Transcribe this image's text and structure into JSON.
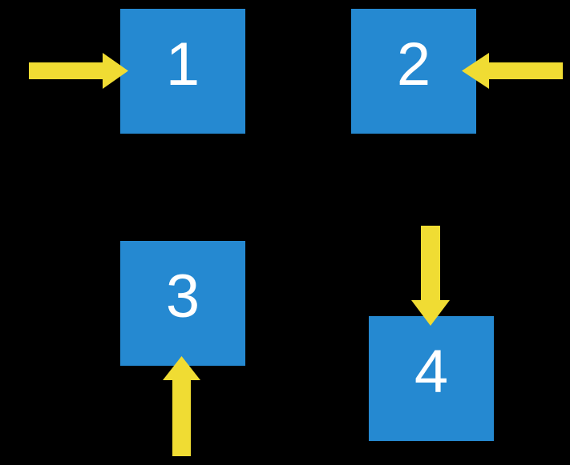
{
  "diagram": {
    "squares": [
      {
        "label": "1",
        "arrow": "right-arrow-icon",
        "arrow_enters": "left"
      },
      {
        "label": "2",
        "arrow": "left-arrow-icon",
        "arrow_enters": "right"
      },
      {
        "label": "3",
        "arrow": "up-arrow-icon",
        "arrow_enters": "bottom"
      },
      {
        "label": "4",
        "arrow": "down-arrow-icon",
        "arrow_enters": "top"
      }
    ]
  },
  "colors": {
    "background": "#000000",
    "square_blue": "#2589D1",
    "arrow_yellow": "#F0DC33",
    "number_white": "#FFFFFF"
  }
}
